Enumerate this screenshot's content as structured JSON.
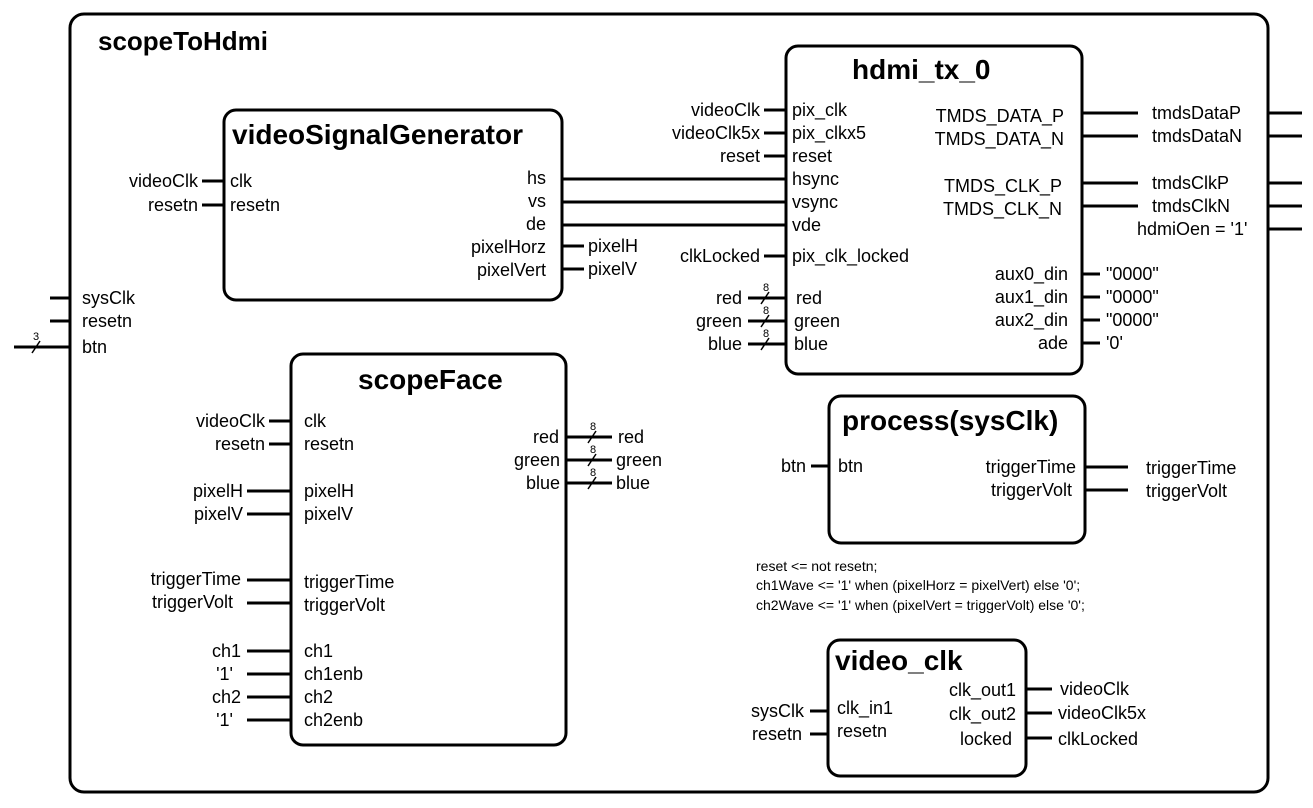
{
  "top_title": "scopeToHdmi",
  "top_ports": [
    "sysClk",
    "resetn",
    "btn"
  ],
  "btn_width": "3",
  "bus_width": "8",
  "vsg": {
    "title": "videoSignalGenerator",
    "in_ports": [
      "clk",
      "resetn"
    ],
    "in_sigs": [
      "videoClk",
      "resetn"
    ],
    "out_ports": [
      "hs",
      "vs",
      "de",
      "pixelHorz",
      "pixelVert"
    ],
    "out_sigs": [
      "pixelH",
      "pixelV"
    ]
  },
  "hdmi": {
    "title": "hdmi_tx_0",
    "in_ports": [
      "pix_clk",
      "pix_clkx5",
      "reset",
      "hsync",
      "vsync",
      "vde",
      "pix_clk_locked",
      "red",
      "green",
      "blue"
    ],
    "in_sigs": [
      "videoClk",
      "videoClk5x",
      "reset",
      "clkLocked",
      "red",
      "green",
      "blue"
    ],
    "out_ports": [
      "TMDS_DATA_P",
      "TMDS_DATA_N",
      "TMDS_CLK_P",
      "TMDS_CLK_N"
    ],
    "out_sigs": [
      "tmdsDataP",
      "tmdsDataN",
      "tmdsClkP",
      "tmdsClkN",
      "hdmiOen = '1'"
    ],
    "aux_ports": [
      "aux0_din",
      "aux1_din",
      "aux2_din",
      "ade"
    ],
    "aux_vals": [
      "\"0000\"",
      "\"0000\"",
      "\"0000\"",
      "'0'"
    ]
  },
  "face": {
    "title": "scopeFace",
    "in_ports": [
      "clk",
      "resetn",
      "pixelH",
      "pixelV",
      "triggerTime",
      "triggerVolt",
      "ch1",
      "ch1enb",
      "ch2",
      "ch2enb"
    ],
    "in_sigs": [
      "videoClk",
      "resetn",
      "pixelH",
      "pixelV",
      "triggerTime",
      "triggerVolt",
      "ch1",
      "'1'",
      "ch2",
      "'1'"
    ],
    "out_ports": [
      "red",
      "green",
      "blue"
    ],
    "out_sigs": [
      "red",
      "green",
      "blue"
    ]
  },
  "proc": {
    "title": "process(sysClk)",
    "in_ports": [
      "btn"
    ],
    "in_sigs": [
      "btn"
    ],
    "out_ports": [
      "triggerTime",
      "triggerVolt"
    ],
    "out_sigs": [
      "triggerTime",
      "triggerVolt"
    ]
  },
  "code": [
    "reset <= not resetn;",
    "ch1Wave <= '1' when  (pixelHorz = pixelVert) else '0';",
    "ch2Wave <= '1' when  (pixelVert = triggerVolt) else '0';"
  ],
  "vclk": {
    "title": "video_clk",
    "in_ports": [
      "clk_in1",
      "resetn"
    ],
    "in_sigs": [
      "sysClk",
      "resetn"
    ],
    "out_ports": [
      "clk_out1",
      "clk_out2",
      "locked"
    ],
    "out_sigs": [
      "videoClk",
      "videoClk5x",
      "clkLocked"
    ]
  }
}
